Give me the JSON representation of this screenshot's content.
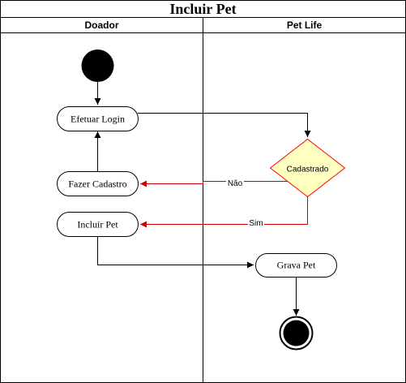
{
  "title": "Incluir Pet",
  "lanes": [
    {
      "label": "Doador"
    },
    {
      "label": "Pet Life"
    }
  ],
  "nodes": {
    "efetuar_login": "Efetuar Login",
    "fazer_cadastro": "Fazer Cadastro",
    "incluir_pet": "Incluir Pet",
    "cadastrado": "Cadastrado",
    "grava_pet": "Grava Pet"
  },
  "edges": {
    "nao": "Não",
    "sim": "Sim"
  },
  "colors": {
    "decision_fill": "#ffffc0",
    "decision_stroke": "#ff0000",
    "alt_flow": "#cc0000",
    "main_flow": "#000000"
  }
}
